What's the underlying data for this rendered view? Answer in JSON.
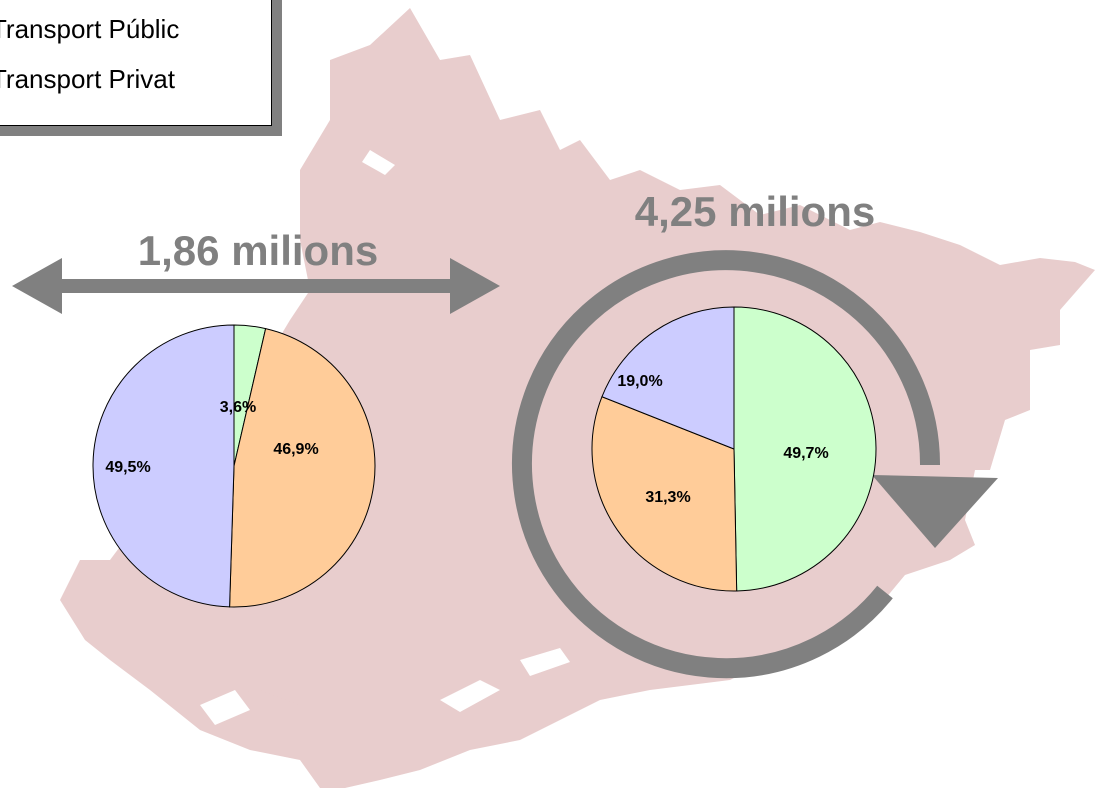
{
  "legend": {
    "items": [
      {
        "label": "Transport Públic"
      },
      {
        "label": "Transport Privat"
      }
    ]
  },
  "colors": {
    "map": "#e8cdcd",
    "arrow": "#808080",
    "slice_green": "#ccffcc",
    "slice_orange": "#ffcc99",
    "slice_blue": "#ccccff"
  },
  "chart_data": [
    {
      "type": "pie",
      "annotation": "1,86 milions",
      "slices": [
        {
          "value": 3.6,
          "label": "3,6%",
          "color": "#ccffcc"
        },
        {
          "value": 46.9,
          "label": "46,9%",
          "color": "#ffcc99"
        },
        {
          "value": 49.5,
          "label": "49,5%",
          "color": "#ccccff"
        }
      ]
    },
    {
      "type": "pie",
      "annotation": "4,25 milions",
      "slices": [
        {
          "value": 49.7,
          "label": "49,7%",
          "color": "#ccffcc"
        },
        {
          "value": 31.3,
          "label": "31,3%",
          "color": "#ffcc99"
        },
        {
          "value": 19.0,
          "label": "19,0%",
          "color": "#ccccff"
        }
      ]
    }
  ]
}
